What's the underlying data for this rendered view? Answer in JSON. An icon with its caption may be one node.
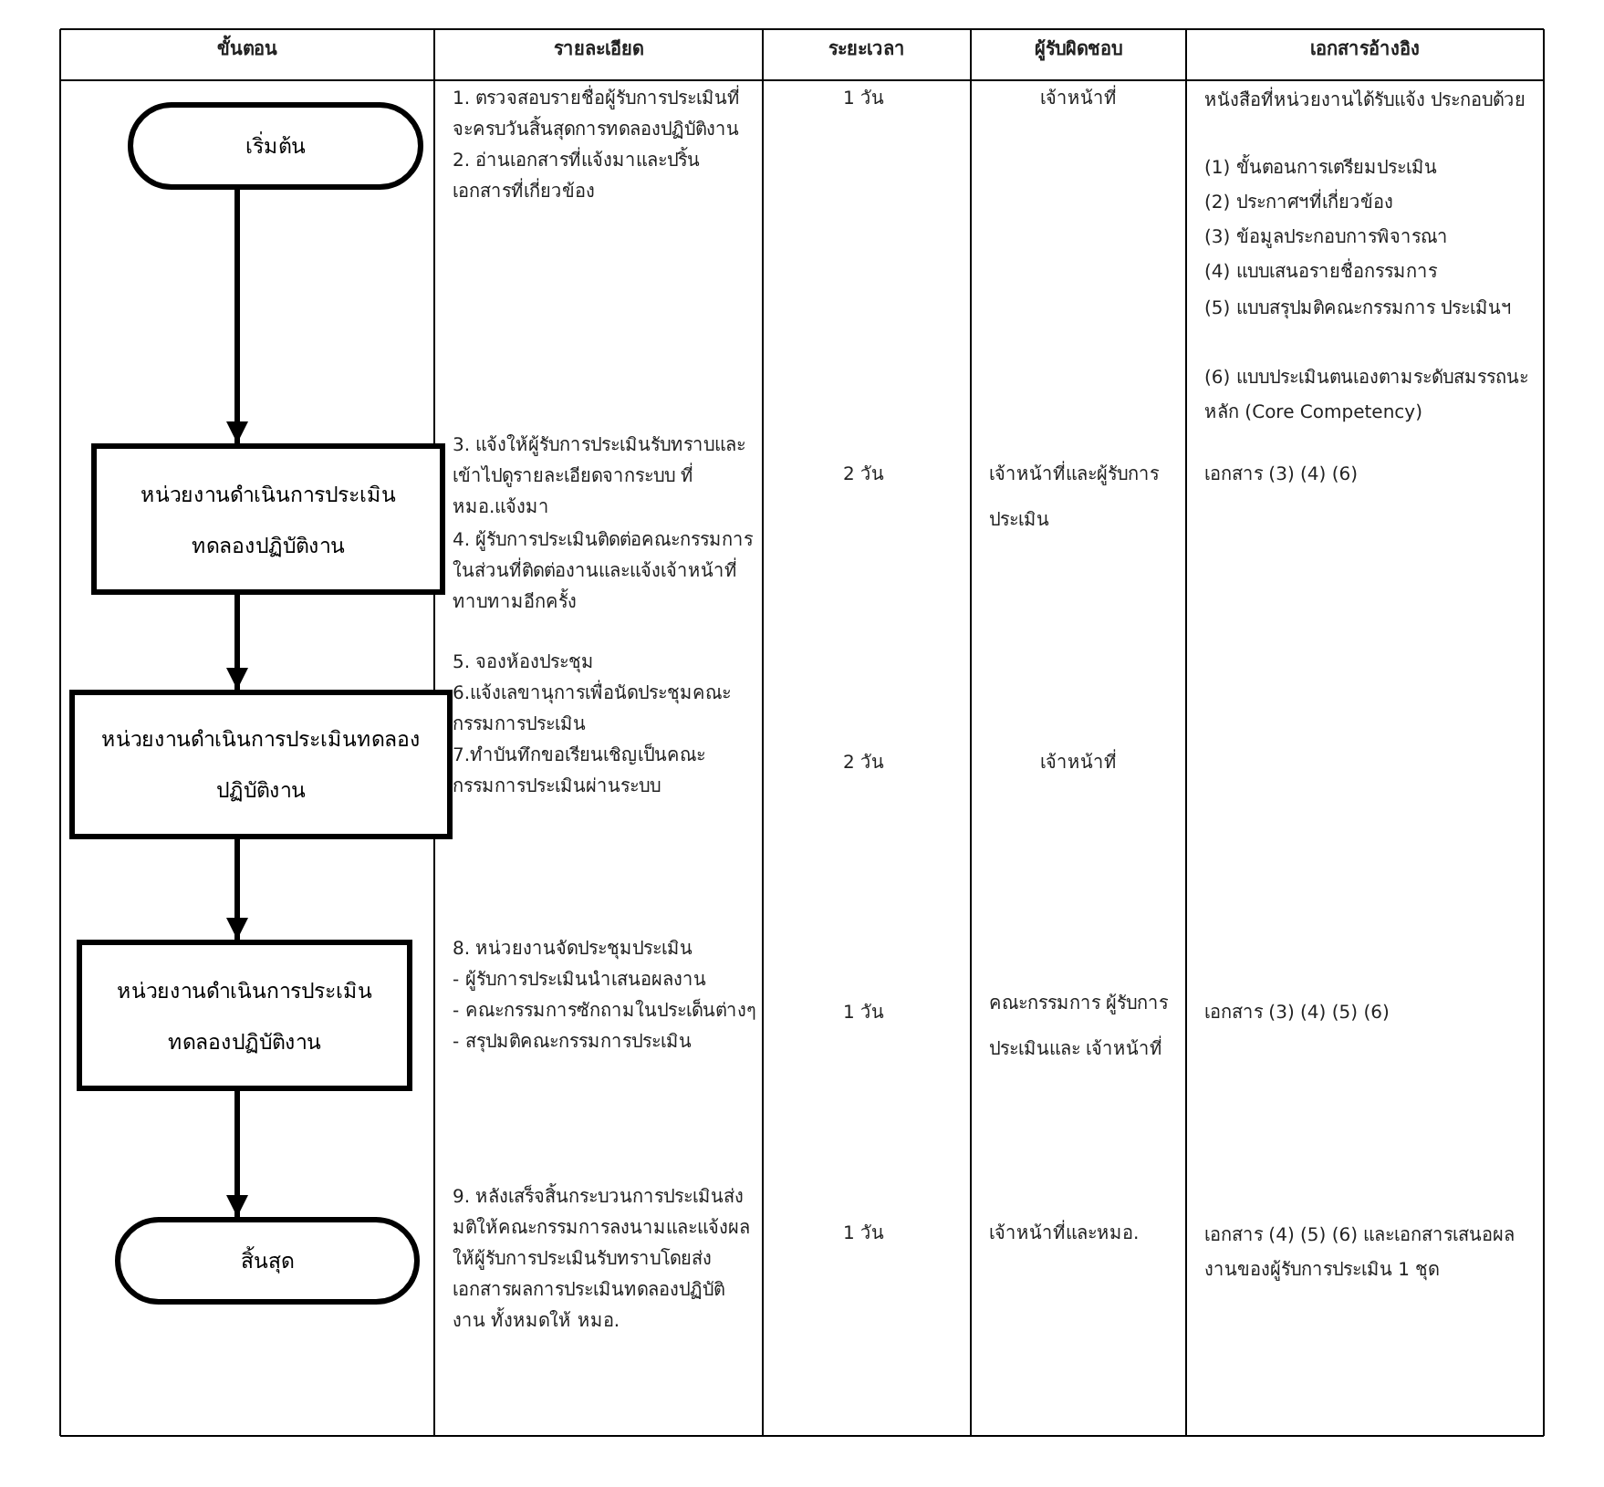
{
  "diagram": {
    "nodes": [
      {
        "text": [
          "เริ่มต้น"
        ]
      },
      {
        "text": [
          "หน่วยงานดำเนินการประเมินทดลองปฏิบัติงาน"
        ]
      },
      {
        "text": [
          "หน่วยงานดำเนินการประเมินทดลองปฏิบัติงาน"
        ]
      },
      {
        "text": [
          "หน่วยงานดำเนินการประเมินทดลองปฏิบัติงาน"
        ]
      },
      {
        "text": [
          "สิ้นสุด"
        ]
      }
    ],
    "edges": [
      {
        "from": 0,
        "to": 1,
        "arrow": "to"
      },
      {
        "from": 1,
        "to": 2,
        "arrow": "to"
      },
      {
        "from": 2,
        "to": 3,
        "arrow": "to"
      },
      {
        "from": 3,
        "to": 4,
        "arrow": "to"
      }
    ],
    "labels": [
      "ขั้นตอน",
      "รายละเอียด",
      "ระยะเวลา",
      "ผู้รับผิดชอบ",
      "เอกสารอ้างอิง",
      "1. ตรวจสอบรายชื่อผู้รับการประเมินที่จะครบวันสิ้นสุดการทดลองปฏิบัติงาน",
      "2. อ่านเอกสารที่แจ้งมาและปริ้นเอกสารที่เกี่ยวข้อง",
      "1 วัน",
      "เจ้าหน้าที่",
      "หนังสือที่หน่วยงานได้รับแจ้ง ประกอบด้วย",
      "(1) ขั้นตอนการเตรียมประเมิน",
      "(2) ประกาศฯที่เกี่ยวข้อง",
      "(3) ข้อมูลประกอบการพิจารณา",
      "(4) แบบเสนอรายชื่อกรรมการ",
      "(5) แบบสรุปมติคณะกรรมการ ประเมินฯ",
      "(6) แบบประเมินตนเองตามระดับสมรรถนะ หลัก (Core Competency)",
      "3. แจ้งให้ผู้รับการประเมินรับทราบและเข้าไปดูรายละเอียดจากระบบ ที่ หมอ.แจ้งมา",
      "4. ผู้รับการประเมินติดต่อคณะกรรมการในส่วนที่ติดต่องานและแจ้งเจ้าหน้าที่ทาบทามอีกครั้ง",
      "2 วัน",
      "เจ้าหน้าที่และผู้รับการประเมิน",
      "เอกสาร (3) (4) (6)",
      "5. จองห้องประชุม",
      "6.แจ้งเลขานุการเพื่อนัดประชุมคณะกรรมการประเมิน",
      "7.ทำบันทึกขอเรียนเชิญเป็นคณะกรรมการประเมินผ่านระบบ",
      "2 วัน",
      "เจ้าหน้าที่",
      "8. หน่วยงานจัดประชุมประเมิน",
      "- ผู้รับการประเมินนำเสนอผลงาน",
      "- คณะกรรมการซักถามในประเด็นต่างๆ",
      "- สรุปมติคณะกรรมการประเมิน",
      "1 วัน",
      "คณะกรรมการ ผู้รับการประเมินและ เจ้าหน้าที่",
      "เอกสาร (3) (4) (5) (6)",
      "9. หลังเสร็จสิ้นกระบวนการประเมินส่งมติให้คณะกรรมการลงนามและแจ้งผลให้ผู้รับการประเมินรับทราบโดยส่งเอกสารผลการประเมินทดลองปฏิบัติงาน ทั้งหมดให้ หมอ.",
      "1 วัน",
      "เจ้าหน้าที่และหมอ.",
      "เอกสาร (4) (5) (6) และเอกสารเสนอผลงานของผู้รับการประเมิน 1 ชุด"
    ]
  }
}
